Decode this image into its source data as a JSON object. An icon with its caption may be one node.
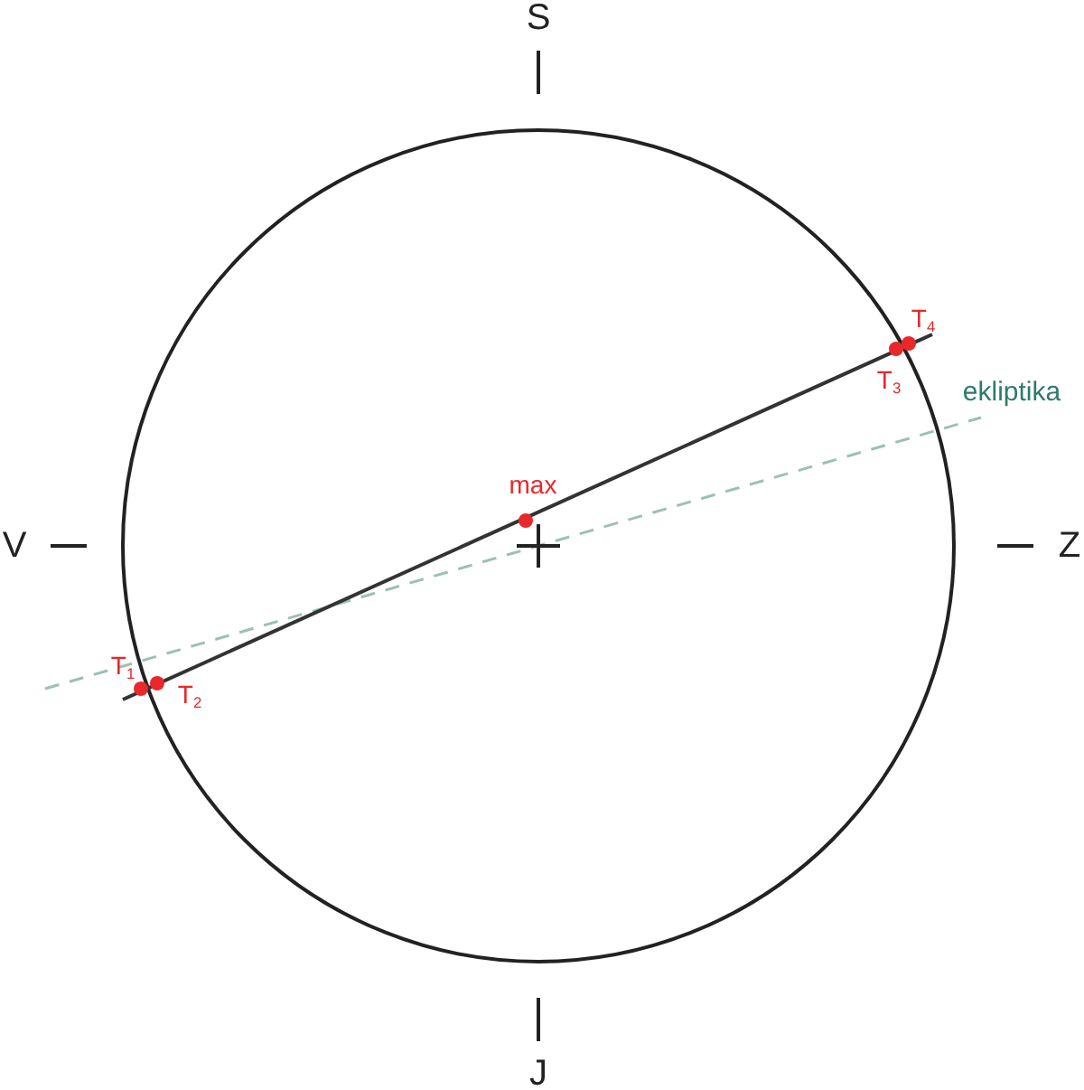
{
  "diagram": {
    "labels": [
      "S",
      "V",
      "Z",
      "max",
      "T$_{4}$",
      "T$_{3}$",
      "ekliptika",
      "T$_{1}$",
      "T$_{2}$",
      "J"
    ]
  }
}
